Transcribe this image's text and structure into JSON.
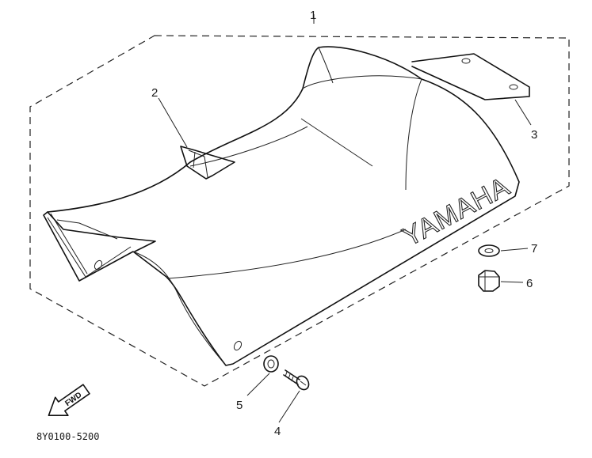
{
  "diagram": {
    "brand_text": "YAMAHA",
    "fwd_label": "FWD",
    "part_code": "8Y0100-5200",
    "callouts": [
      "1",
      "2",
      "3",
      "4",
      "5",
      "6",
      "7"
    ]
  }
}
